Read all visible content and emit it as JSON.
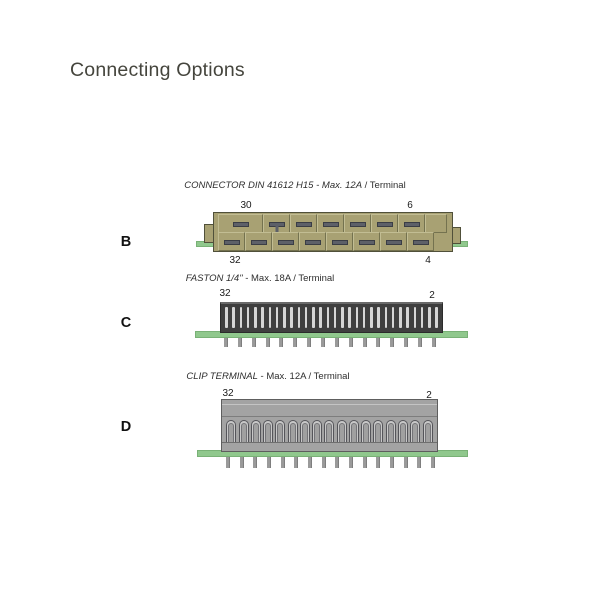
{
  "title": "Connecting Options",
  "sections": [
    {
      "label": "B",
      "title_italic": "CONNECTOR DIN 41612 H15 - Max. 12A",
      "title_regular": " / Terminal",
      "corners": {
        "top_left": "30",
        "top_right": "6",
        "bottom_left": "32",
        "bottom_right": "4"
      },
      "figure": {
        "type": "din41612-connector",
        "top_cells": 8,
        "bottom_cells": 8,
        "keyed_cell_index": 1,
        "empty_cell_index": 7
      }
    },
    {
      "label": "C",
      "title_italic": "FASTON 1/4\"",
      "title_regular": " - Max. 18A / Terminal",
      "corners": {
        "top_left": "32",
        "top_right": "2"
      },
      "figure": {
        "type": "faston-header",
        "slots": 30,
        "pins": 16
      }
    },
    {
      "label": "D",
      "title_italic": "CLIP TERMINAL",
      "title_regular": " - Max. 12A / Terminal",
      "corners": {
        "top_left": "32",
        "top_right": "2"
      },
      "figure": {
        "type": "clip-terminal",
        "clips": 17,
        "pins": 16
      }
    }
  ],
  "colors": {
    "khaki_body": "#a8a173",
    "slot_gray": "#5d6068",
    "pcb_green": "#90c88d",
    "faston_body": "#3f3f3f",
    "faston_slot": "#d6d6d6",
    "clip_body": "#a3a3a3",
    "pin_gray": "#9a9a9a",
    "title_text": "#45453d",
    "label_text": "#1a1a1a"
  }
}
